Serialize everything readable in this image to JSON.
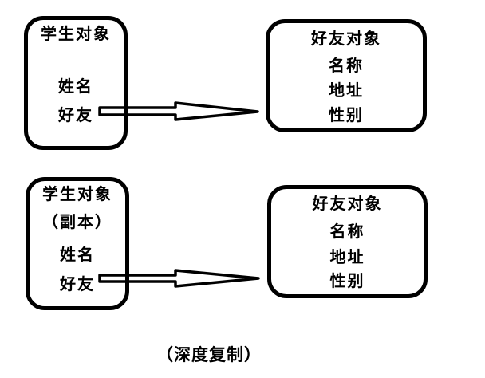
{
  "diagram": {
    "background_color": "#ffffff",
    "stroke_color": "#000000",
    "caption": "（深度复制）",
    "boxes": [
      {
        "title": "学生对象",
        "fields": [
          "姓名",
          "好友"
        ]
      },
      {
        "title": "好友对象",
        "fields": [
          "名称",
          "地址",
          "性别"
        ]
      },
      {
        "title": "学生对象",
        "subtitle": "（副本）",
        "fields": [
          "姓名",
          "好友"
        ]
      },
      {
        "title": "好友对象",
        "fields": [
          "名称",
          "地址",
          "性别"
        ]
      }
    ],
    "arrows": [
      {
        "from_box": "学生对象",
        "from_field": "好友",
        "to_box": "好友对象"
      },
      {
        "from_box": "学生对象（副本）",
        "from_field": "好友",
        "to_box": "好友对象"
      }
    ]
  }
}
